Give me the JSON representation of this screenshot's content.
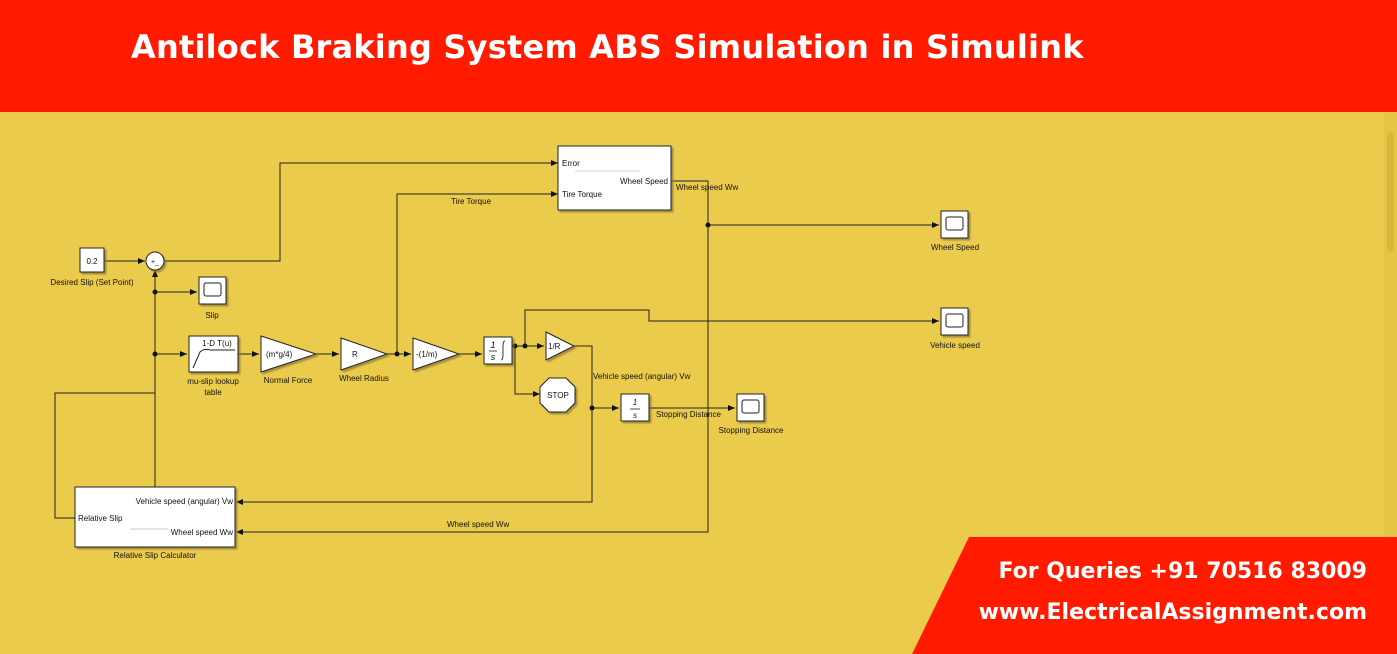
{
  "header": {
    "title": "Antilock Braking System ABS Simulation in Simulink"
  },
  "blocks": {
    "desired_slip_value": "0.2",
    "desired_slip_label": "Desired Slip (Set Point)",
    "sum_signs": "+_",
    "slip_scope_label": "Slip",
    "lookup_text": "1-D T(u)",
    "lookup_label_1": "mu-slip lookup",
    "lookup_label_2": "table",
    "normal_force_text": "(m*g/4)",
    "normal_force_label": "Normal Force",
    "wheel_radius_text": "R",
    "wheel_radius_label": "Wheel Radius",
    "inv_mass_text": "-(1/m)",
    "integrator_num": "1",
    "integrator_den": "s",
    "inv_r_text": "1/R",
    "stop_text": "STOP",
    "stopping_integrator_num": "1",
    "stopping_integrator_den": "s",
    "stopping_distance_port": "Stopping Distance",
    "stopping_distance_scope_label": "Stopping Distance",
    "controller_in_error": "Error",
    "controller_in_torque": "Tire Torque",
    "controller_out": "Wheel Speed",
    "wheel_speed_scope_label": "Wheel Speed",
    "vehicle_speed_scope_label": "Vehicle speed",
    "relslip_in_vehicle": "Vehicle speed (angular) Vw",
    "relslip_in_wheel": "Wheel speed Ww",
    "relslip_out": "Relative Slip",
    "relslip_label": "Relative Slip Calculator"
  },
  "signals": {
    "tire_torque": "Tire Torque",
    "wheel_speed_top": "Wheel speed Ww",
    "vehicle_speed_angular": "Vehicle speed (angular) Vw",
    "wheel_speed_bottom": "Wheel speed Ww"
  },
  "contact": {
    "phone": "For Queries +91 70516 83009",
    "website": "www.ElectricalAssignment.com"
  }
}
